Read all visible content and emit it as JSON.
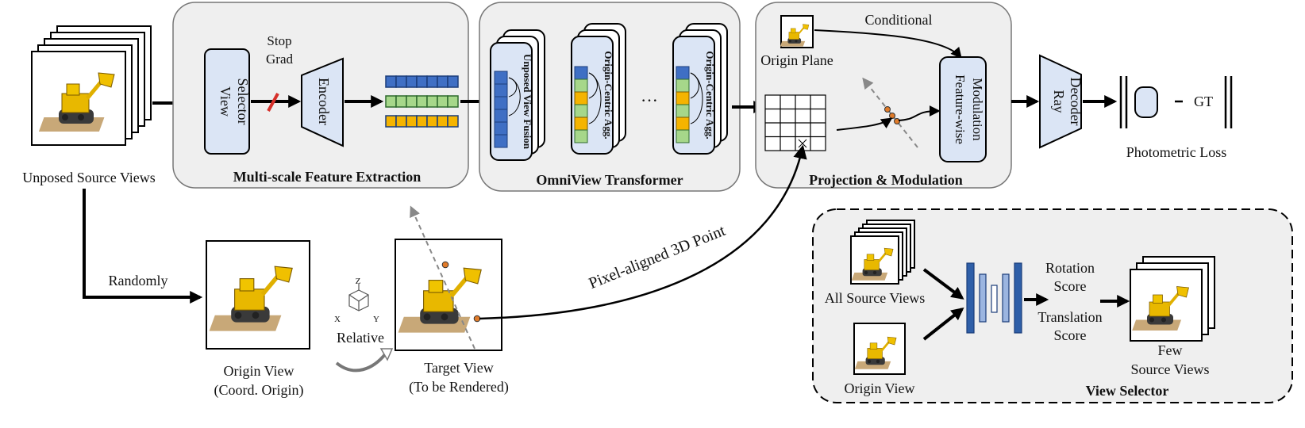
{
  "labels": {
    "unposed_source_views": "Unposed Source Views",
    "stop_grad_line1": "Stop",
    "stop_grad_line2": "Grad",
    "view_selector_line1": "View",
    "view_selector_line2": "Selector",
    "encoder": "Encoder",
    "multi_scale_title": "Multi-scale Feature Extraction",
    "unposed_view_fusion": "Unposed View Fusion",
    "origin_centric_agg": "Origin-Centric Agg.",
    "ellipsis": "···",
    "omniview_title": "OmniView Transformer",
    "origin_plane": "Origin Plane",
    "conditional": "Conditional",
    "feature_wise_line1": "Feature-wise",
    "feature_wise_line2": "Modulation",
    "projection_title": "Projection & Modulation",
    "ray_decoder_line1": "Ray",
    "ray_decoder_line2": "Decoder",
    "gt": "GT",
    "photometric_loss": "Photometric Loss",
    "randomly": "Randomly",
    "origin_view_line1": "Origin View",
    "origin_view_line2": "(Coord. Origin)",
    "axis_z": "Z",
    "axis_x": "X",
    "axis_y": "Y",
    "relative": "Relative",
    "target_view_line1": "Target View",
    "target_view_line2": "(To be Rendered)",
    "pixel_aligned": "Pixel-aligned 3D Point",
    "all_source_views": "All Source Views",
    "selector_origin_view": "Origin View",
    "rotation_line1": "Rotation",
    "rotation_line2": "Score",
    "translation_line1": "Translation",
    "translation_line2": "Score",
    "few_line1": "Few",
    "few_line2": "Source Views",
    "view_selector_title": "View Selector"
  },
  "colors": {
    "module_fill": "#dbe5f5",
    "panel_fill": "#efefef",
    "token_blue": "#3f6fc4",
    "token_green": "#a6d78a",
    "token_yellow": "#f5b400",
    "stop_grad_red": "#d6302a"
  }
}
